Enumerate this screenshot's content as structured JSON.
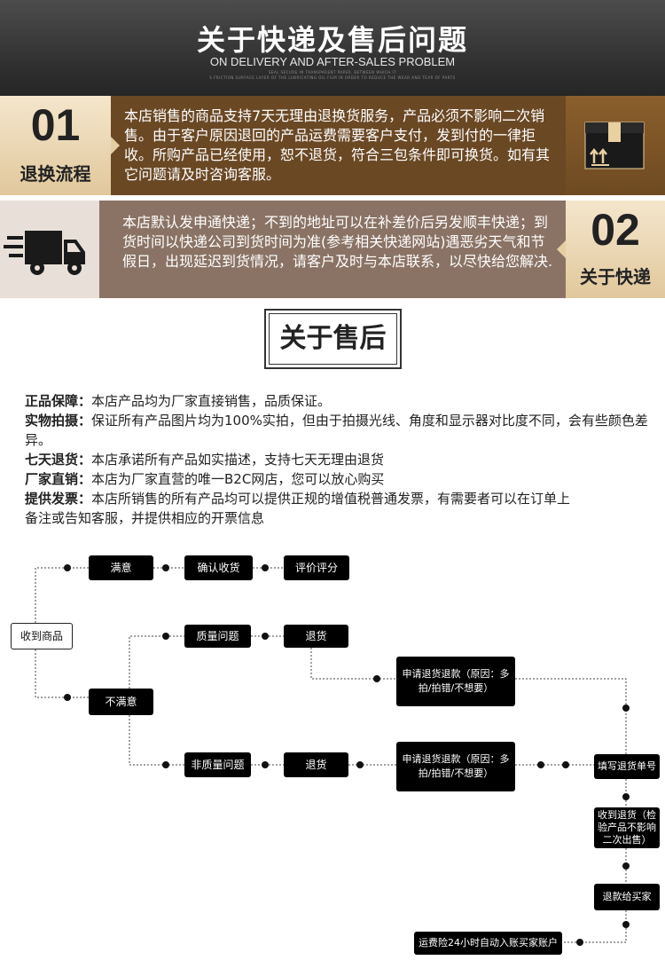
{
  "header": {
    "title": "关于快递及售后问题",
    "subtitle": "ON DELIVERY AND AFTER-SALES PROBLEM",
    "fine_print_1": "SEAL SECURE IN TRANSPARENT PAPER, BETWEEN WHICH IT",
    "fine_print_2": "S FRICTION SURFACE LAYER OF THE LUBRICATING OIL FILM IN ORDER TO REDUCE THE WEAR AND TEAR OF PARTS"
  },
  "section1": {
    "number": "01",
    "label": "退换流程",
    "text": "本店销售的商品支持7天无理由退换货服务，产品必须不影响二次销售。由于客户原因退回的产品运费需要客户支付，发到付的一律拒收。所购产品已经使用，恕不退货，符合三包条件即可换货。如有其它问题请及时咨询客服。",
    "icon": "package-box-icon"
  },
  "section2": {
    "number": "02",
    "label": "关于快递",
    "text": "本店默认发申通快递；不到的地址可以在补差价后另发顺丰快递；到货时间以快递公司到货时间为准(参考相关快递网站)遇恶劣天气和节假日，出现延迟到货情况，请客户及时与本店联系，以尽快给您解决.",
    "icon": "delivery-truck-icon"
  },
  "after_sales": {
    "title": "关于售后",
    "items": [
      {
        "term": "正品保障：",
        "desc": "本店产品均为厂家直接销售，品质保证。"
      },
      {
        "term": "实物拍摄：",
        "desc": "保证所有产品图片均为100%实拍，但由于拍摄光线、角度和显示器对比度不同，会有些颜色差异。"
      },
      {
        "term": "七天退货：",
        "desc": "本店承诺所有产品如实描述，支持七天无理由退货"
      },
      {
        "term": "厂家直销：",
        "desc": "本店为厂家直营的唯一B2C网店，您可以放心购买"
      },
      {
        "term": "提供发票：",
        "desc": "本店所销售的所有产品均可以提供正规的增值税普通发票，有需要者可以在订单上备注或告知客服，并提供相应的开票信息"
      }
    ]
  },
  "flow": {
    "receive": "收到商品",
    "satisfied": "满意",
    "confirm": "确认收货",
    "review": "评价评分",
    "unsatisfied": "不满意",
    "quality_issue": "质量问题",
    "return1": "退货",
    "refund_request1": "申请退货退款（原因：多拍/拍错/不想要）",
    "non_quality_issue": "非质量问题",
    "return2": "退货",
    "refund_request2": "申请退货退款（原因：多拍/拍错/不想要）",
    "fill_tracking": "填写退货单号",
    "receive_return": "收到退货（检验产品不影响二次出售）",
    "refund_buyer": "退款给买家",
    "shipping_insurance": "运费险24小时自动入账买家账户"
  }
}
